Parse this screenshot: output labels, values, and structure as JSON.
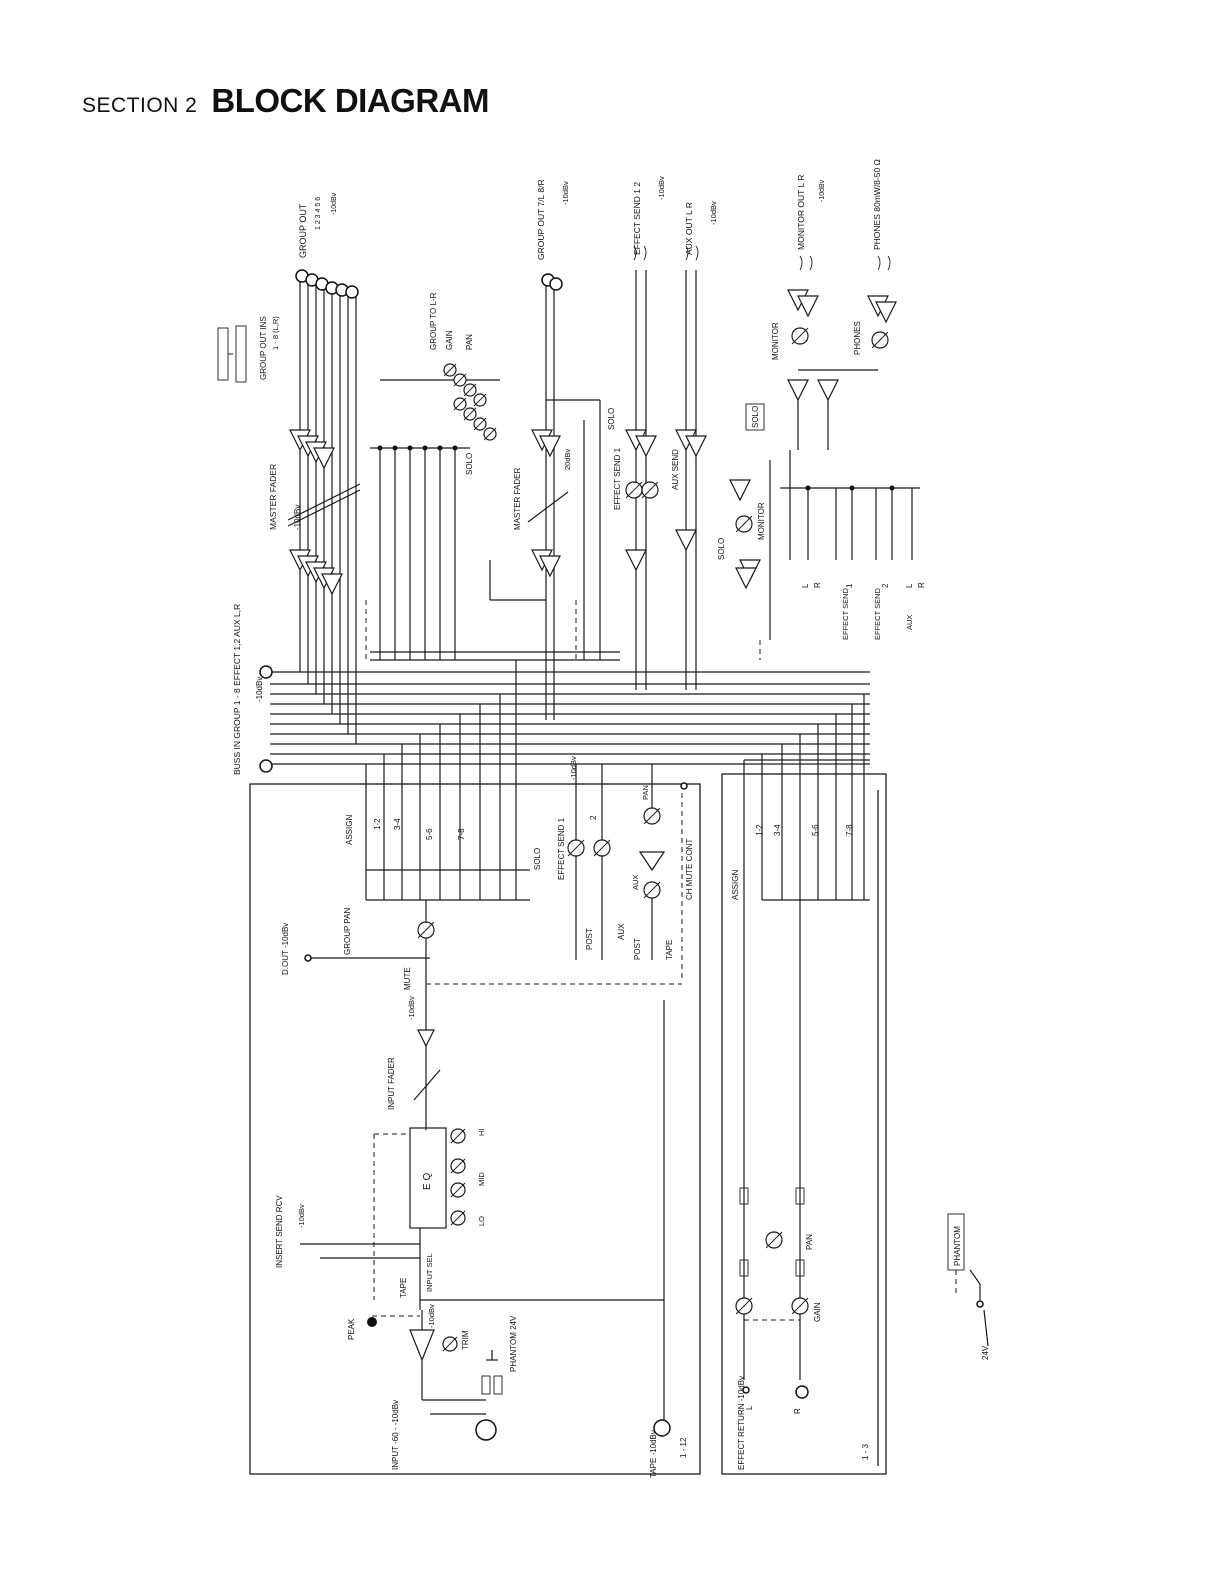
{
  "header": {
    "section_label": "SECTION 2",
    "title": "BLOCK DIAGRAM"
  },
  "diagram": {
    "labels": {
      "group_out_ins": "GROUP OUT INS",
      "group_out_range": "1 - 8 (L,R)",
      "group_out": "GROUP OUT",
      "group_out_nums": "1 2 3 4 5 6",
      "group_out_level": "-10dBv",
      "group_to_lr": "GROUP TO L-R",
      "gain": "GAIN",
      "pan": "PAN",
      "master_fader": "MASTER FADER",
      "master_fader_r": "MASTER FADER",
      "level_10dbv": "-10dBv",
      "level_20dbv": "20dBv",
      "solo": "SOLO",
      "group_out_78": "GROUP OUT 7/L 8/R",
      "group_out_78_level": "-10dBv",
      "effect_send_out": "EFFECT SEND 1 2",
      "effect_send_level": "-10dBv",
      "aux_out": "AUX OUT L R",
      "aux_out_level": "-10dBv",
      "effect_send_1": "EFFECT SEND 1",
      "aux_send": "AUX SEND",
      "monitor_out": "MONITOR OUT L R",
      "monitor_out_level": "-10dBv",
      "phones_out": "PHONES 80mW/8-50 Ω",
      "monitor": "MONITOR",
      "phones": "PHONES",
      "solo_box": "SOLO",
      "solo_ctl": "SOLO",
      "monitor_ctl": "MONITOR",
      "sel_l": "L",
      "sel_r": "R",
      "sel_1": "1",
      "sel_2": "2",
      "sel_aux_l": "L",
      "sel_aux_r": "R",
      "effect_send_sel": "EFFECT SEND",
      "effect_send_sel_2": "EFFECT SEND",
      "aux_sel": "AUX",
      "buss_in": "BUSS IN GROUP 1 - 8 EFFECT 1,2 AUX L,R",
      "buss_in_level": "-10dBv",
      "assign": "ASSIGN",
      "assign_12": "1-2",
      "assign_34": "3-4",
      "assign_56": "5-6",
      "assign_78": "7-8",
      "solo_ch": "SOLO",
      "group_pan": "GROUP PAN",
      "effect_send_ch": "EFFECT SEND 1",
      "effect_send_ch_2": "2",
      "ch_level": "-10dBv",
      "ch_pan": "PAN",
      "aux_ch": "AUX",
      "post": "POST",
      "aux_sw": "AUX",
      "post_2": "POST",
      "tape_sw": "TAPE",
      "ch_mute_cont": "CH MUTE CONT",
      "d_out": "D.OUT -10dBv",
      "mute": "MUTE",
      "input_fader": "INPUT FADER",
      "eq": "E Q",
      "hi": "HI",
      "mid": "MID",
      "lo": "LO",
      "insert": "INSERT SEND RCV",
      "insert_level": "-10dBv",
      "tape_ch": "TAPE",
      "input_sel": "INPUT SEL",
      "peak": "PEAK",
      "trim": "TRIM",
      "phantom_ch": "PHANTOM 24V",
      "input": "INPUT -60 - -10dBv",
      "tape_in": "TAPE -10dBv",
      "ch_range": "1 - 12",
      "assign_rtn": "ASSIGN",
      "rtn_12": "1-2",
      "rtn_34": "3-4",
      "rtn_56": "5-6",
      "rtn_78": "7-8",
      "effect_return": "EFFECT RETURN -10dBv",
      "rtn_l": "L",
      "rtn_r": "R",
      "rtn_range": "1 - 3",
      "rtn_pan": "PAN",
      "rtn_gain": "GAIN",
      "phantom_box": "PHANTOM",
      "v24": "24V"
    }
  }
}
